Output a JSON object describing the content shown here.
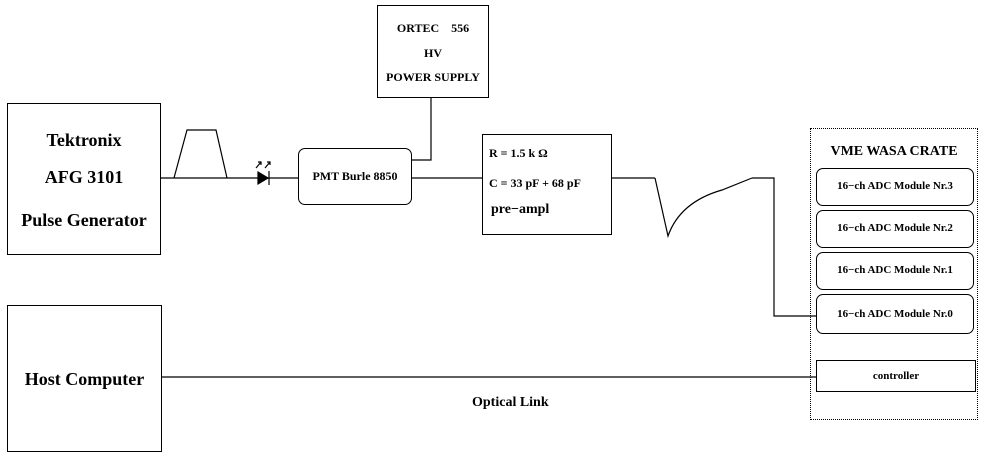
{
  "pulse_generator": {
    "line1": "Tektronix",
    "line2": "AFG 3101",
    "line3": "Pulse Generator"
  },
  "hv_supply": {
    "line1": "ORTEC    556",
    "line2": "HV",
    "line3": "POWER SUPPLY"
  },
  "pmt": {
    "label": "PMT Burle 8850"
  },
  "preamp": {
    "line1": "R = 1.5 k Ω",
    "line2": "C = 33 pF + 68 pF",
    "line3": "pre−ampl"
  },
  "crate": {
    "title": "VME WASA CRATE",
    "modules": [
      "16−ch ADC Module Nr.3",
      "16−ch ADC Module Nr.2",
      "16−ch ADC Module Nr.1",
      "16−ch ADC Module Nr.0"
    ],
    "controller": "controller"
  },
  "host": {
    "label": "Host Computer"
  },
  "link": {
    "label": "Optical Link"
  },
  "colors": {
    "line": "#000000",
    "background": "#ffffff"
  }
}
